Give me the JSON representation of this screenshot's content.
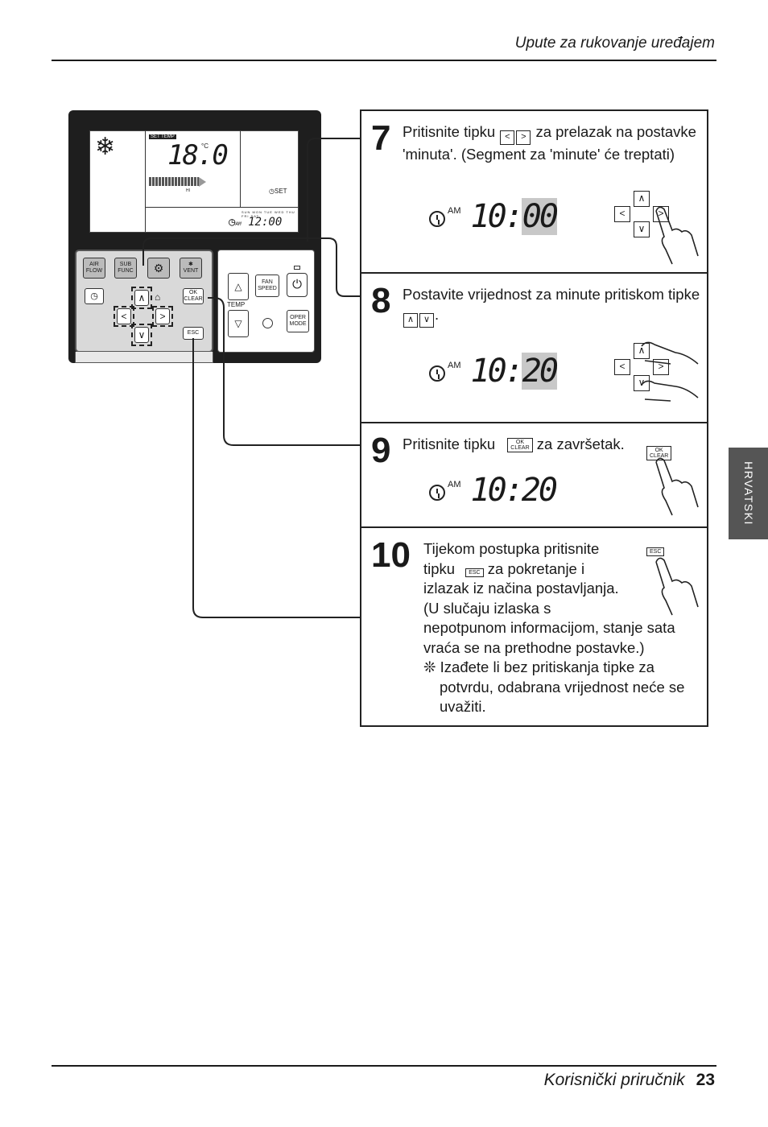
{
  "header": {
    "title": "Upute za rukovanje uređajem"
  },
  "footer": {
    "title": "Korisnički priručnik",
    "page": "23"
  },
  "side_tab": {
    "label": "HRVATSKI"
  },
  "remote": {
    "lcd": {
      "set_temp_label": "SET TEMP",
      "temperature": "18.0",
      "unit": "°C",
      "fan_level": "HI",
      "timer_label": "SET",
      "days": "SUN MON TUE WED THU FRI SAT",
      "clock": "12:00",
      "am": "AM"
    },
    "buttons": {
      "air_flow": [
        "AIR",
        "FLOW"
      ],
      "sub_func": [
        "SUB",
        "FUNC"
      ],
      "vent": "VENT",
      "ok_clear": [
        "OK",
        "CLEAR"
      ],
      "esc": "ESC",
      "fan_speed": [
        "FAN",
        "SPEED"
      ],
      "temp": "TEMP",
      "oper_mode": [
        "OPER",
        "MODE"
      ]
    }
  },
  "steps": [
    {
      "number": "7",
      "text_before": "Pritisnite tipku",
      "text_after": "za prelazak na postavke 'minuta'. (Segment za 'minute' će treptati)",
      "readout_am": "AM",
      "readout_hours": "10:",
      "readout_minutes": "00"
    },
    {
      "number": "8",
      "text_before": "Postavite vrijednost za minute pritiskom tipke",
      "text_after": ".",
      "readout_am": "AM",
      "readout_hours": "10:",
      "readout_minutes": "20"
    },
    {
      "number": "9",
      "text_before": "Pritisnite tipku",
      "text_after": "za završetak.",
      "readout_am": "AM",
      "readout_time": "10:20"
    },
    {
      "number": "10",
      "line1": "Tijekom postupka pritisnite",
      "line2_before": "tipku",
      "line2_after": "za pokretanje i",
      "line3": "izlazak iz načina postavljanja.",
      "line4": "(U slučaju izlaska s",
      "line5": "nepotpunom informacijom, stanje sata",
      "line6": "vraća se na prethodne postavke.)",
      "note": "❊ Izađete li bez pritiskanja tipke za potvrdu, odabrana vrijednost neće se uvažiti."
    }
  ],
  "keys": {
    "left": "<",
    "right": ">",
    "up": "∧",
    "down": "∨",
    "ok_top": "OK",
    "ok_bottom": "CLEAR",
    "esc": "ESC"
  }
}
